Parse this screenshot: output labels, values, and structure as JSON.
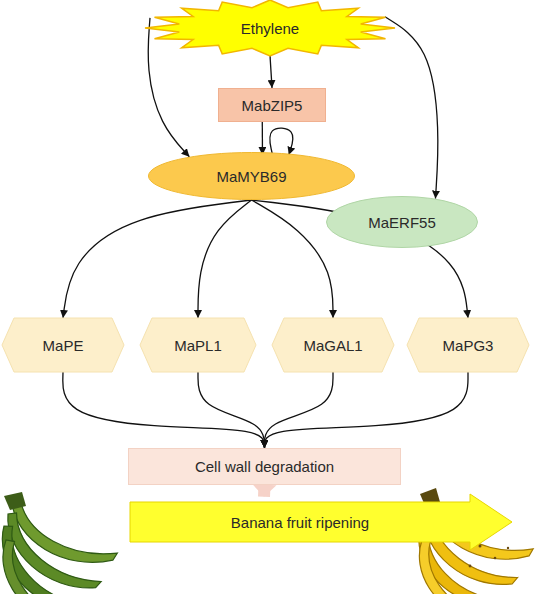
{
  "diagram": {
    "nodes": [
      {
        "text": [
          "Ethylene"
        ]
      },
      {
        "text": [
          "MabZIP5"
        ]
      },
      {
        "text": [
          "MaMYB69"
        ]
      },
      {
        "text": [
          "MaERF55"
        ]
      },
      {
        "text": [
          "MaPE"
        ]
      },
      {
        "text": [
          "MaPL1"
        ]
      },
      {
        "text": [
          "MaGAL1"
        ]
      },
      {
        "text": [
          "MaPG3"
        ]
      },
      {
        "text": [
          "Cell wall degradation"
        ]
      },
      {
        "text": [
          "Banana fruit ripening"
        ]
      }
    ],
    "edges": [
      {
        "from": 0,
        "to": 1,
        "arrow": "to"
      },
      {
        "from": 0,
        "to": 2,
        "arrow": "to"
      },
      {
        "from": 0,
        "to": 3,
        "arrow": "to"
      },
      {
        "from": 1,
        "to": 2,
        "arrow": "to"
      },
      {
        "from": 2,
        "to": 2,
        "arrow": "to"
      },
      {
        "from": 2,
        "to": 4,
        "arrow": "to"
      },
      {
        "from": 2,
        "to": 5,
        "arrow": "to"
      },
      {
        "from": 2,
        "to": 6,
        "arrow": "to"
      },
      {
        "from": 2,
        "to": 7,
        "arrow": "to"
      },
      {
        "from": 4,
        "to": 8,
        "arrow": "to"
      },
      {
        "from": 5,
        "to": 8,
        "arrow": "to"
      },
      {
        "from": 6,
        "to": 8,
        "arrow": "to"
      },
      {
        "from": 7,
        "to": 8,
        "arrow": "to"
      },
      {
        "from": 8,
        "to": 9,
        "arrow": "to"
      }
    ]
  }
}
